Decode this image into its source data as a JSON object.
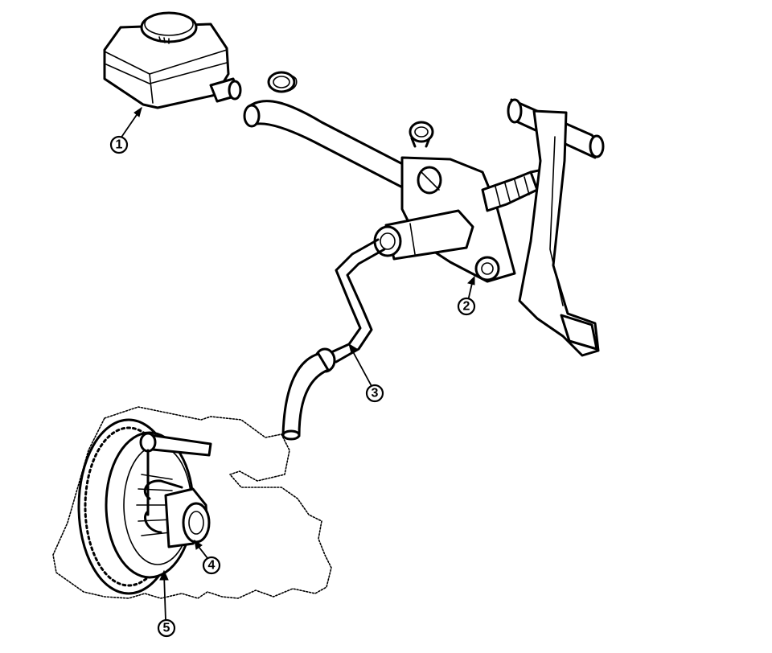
{
  "callouts": [
    {
      "label": "1",
      "part": "reservoir"
    },
    {
      "label": "2",
      "part": "master-cylinder"
    },
    {
      "label": "3",
      "part": "hydraulic-line"
    },
    {
      "label": "4",
      "part": "slave-cylinder"
    },
    {
      "label": "5",
      "part": "clutch-assembly"
    }
  ],
  "colors": {
    "ink": "#000000",
    "paper": "#ffffff"
  }
}
